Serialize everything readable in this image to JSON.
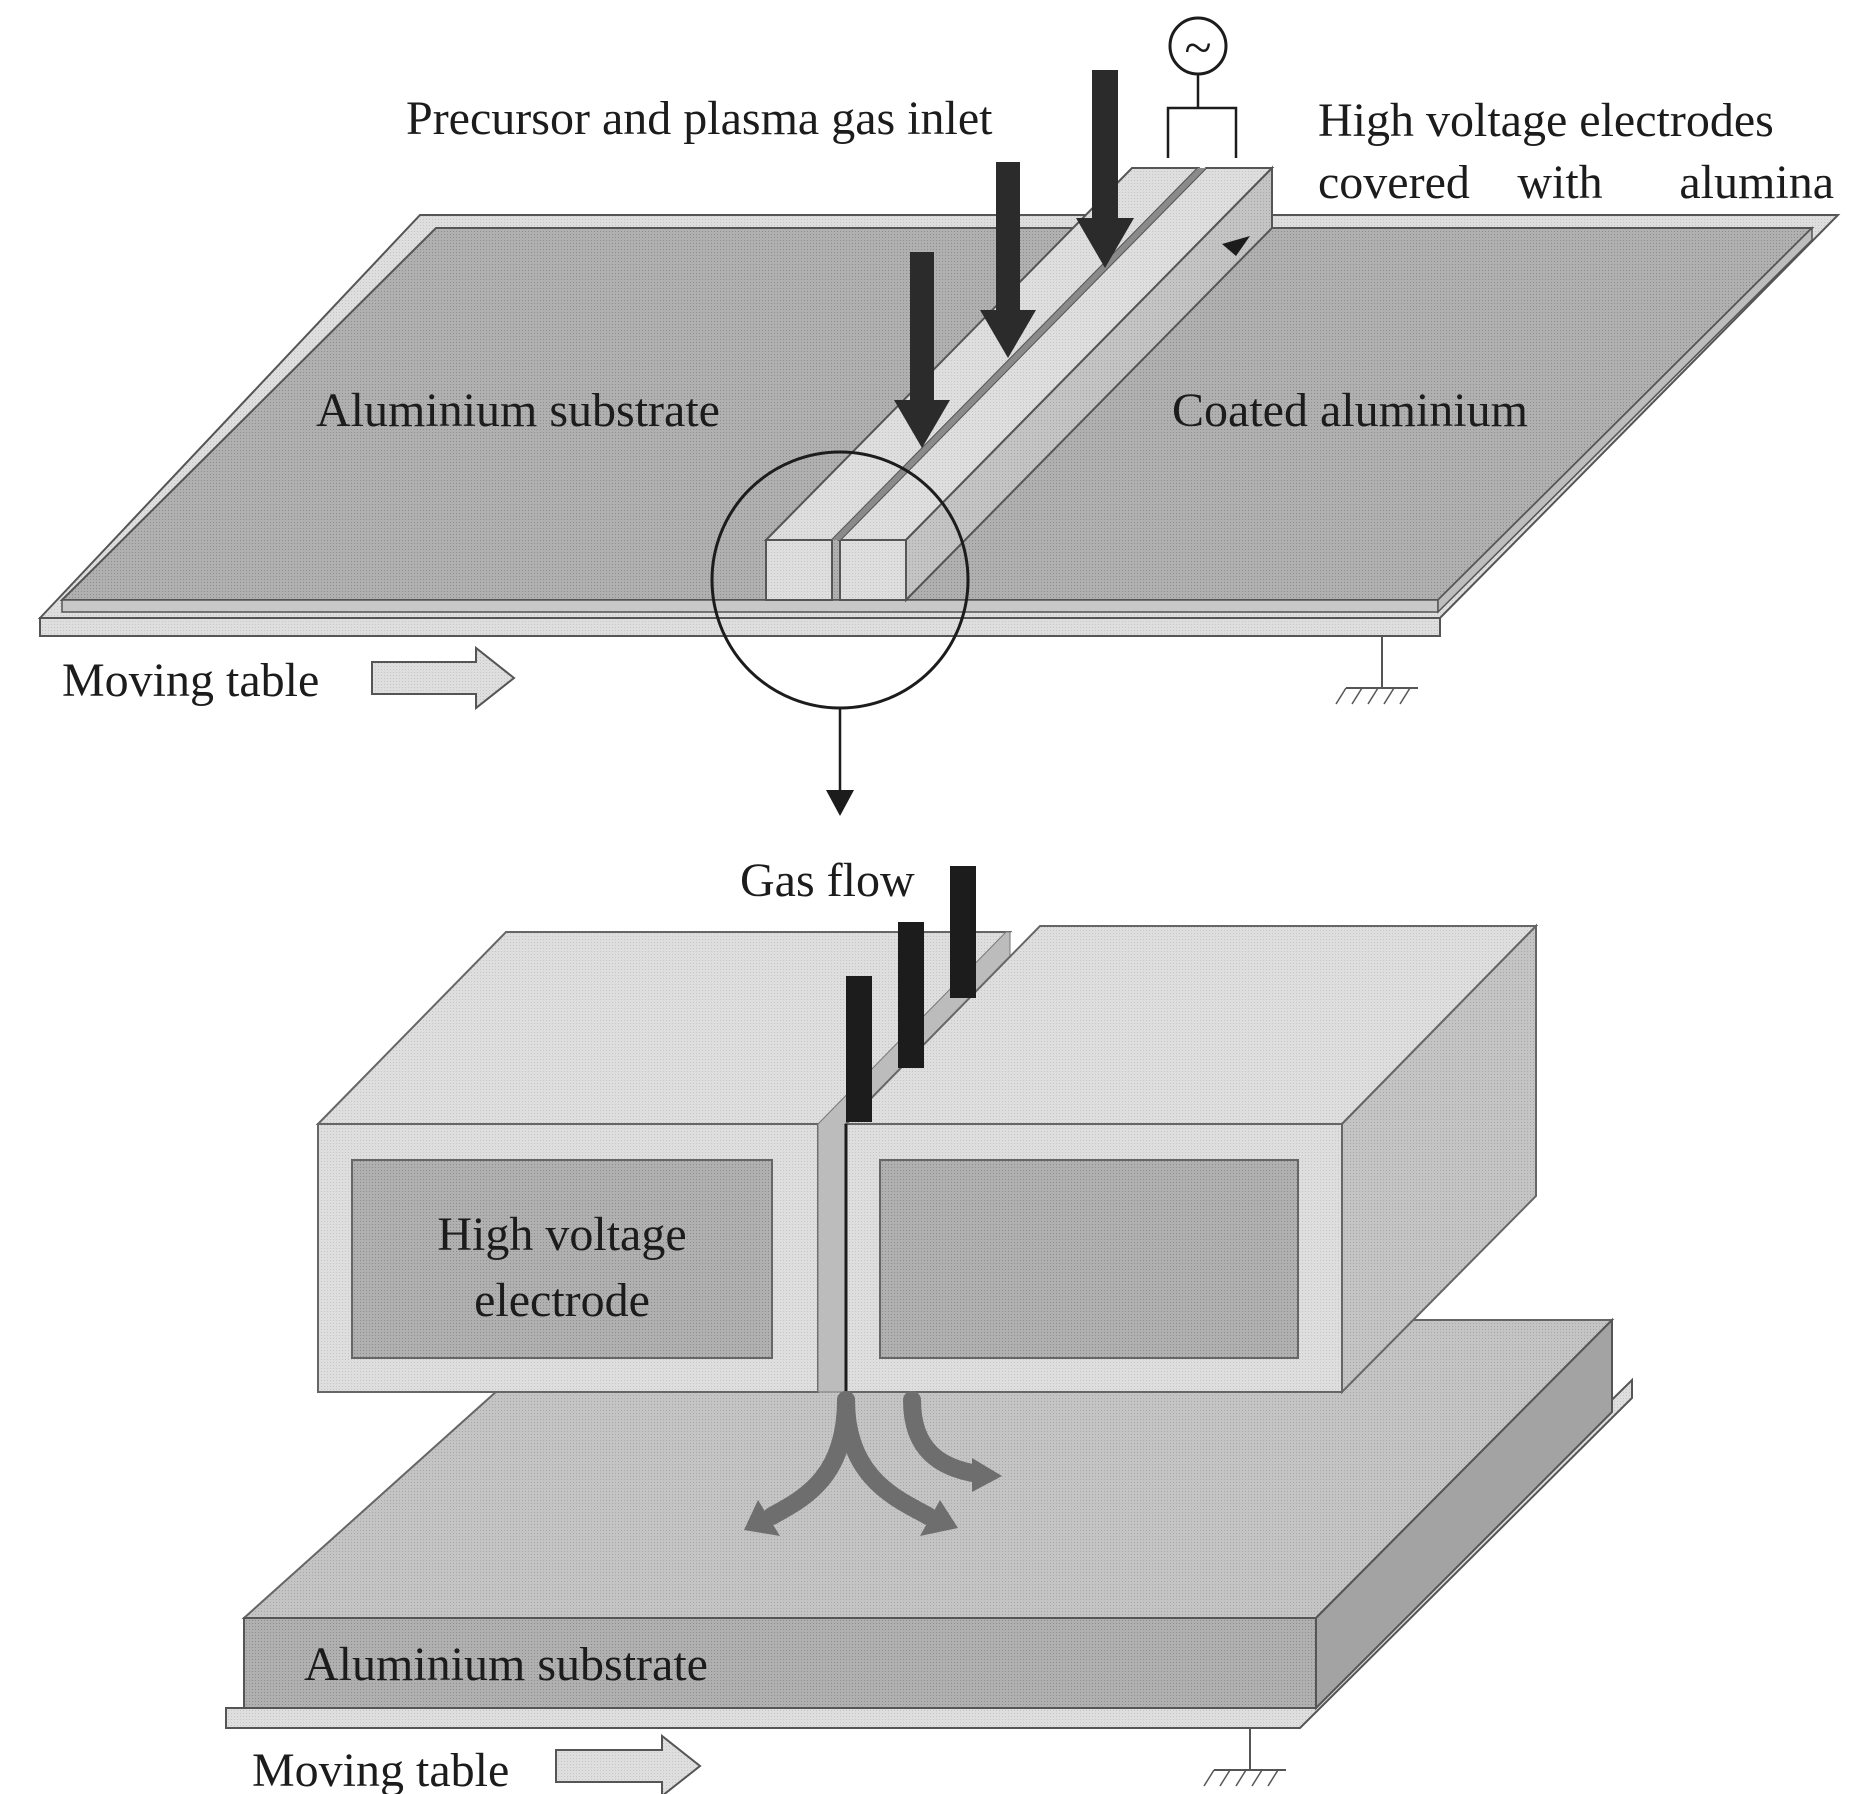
{
  "labels": {
    "inlet": "Precursor and plasma gas inlet",
    "hv_line1": "High voltage electrodes",
    "hv_line2_w1": "covered",
    "hv_line2_w2": "with",
    "hv_line2_w3": "alumina",
    "substrate_top": "Aluminium substrate",
    "coated": "Coated aluminium",
    "moving_top": "Moving table",
    "gas_flow": "Gas flow",
    "electrode_line1": "High voltage",
    "electrode_line2": "electrode",
    "substrate_bottom": "Aluminium substrate",
    "moving_bottom": "Moving table",
    "ac_symbol": "~"
  },
  "colors": {
    "ink": "#1c1c1c",
    "plate": "#a9a9a9",
    "plate_edge": "#c4c4c4",
    "electrode": "#dcdcdc",
    "electrode_side": "#c2c2c2",
    "inner_panel": "#b9b9b9",
    "arrow": "#2b2b2b",
    "flow_arrow": "#6e6e6e",
    "bottom_plate": "#b4b4b4"
  }
}
